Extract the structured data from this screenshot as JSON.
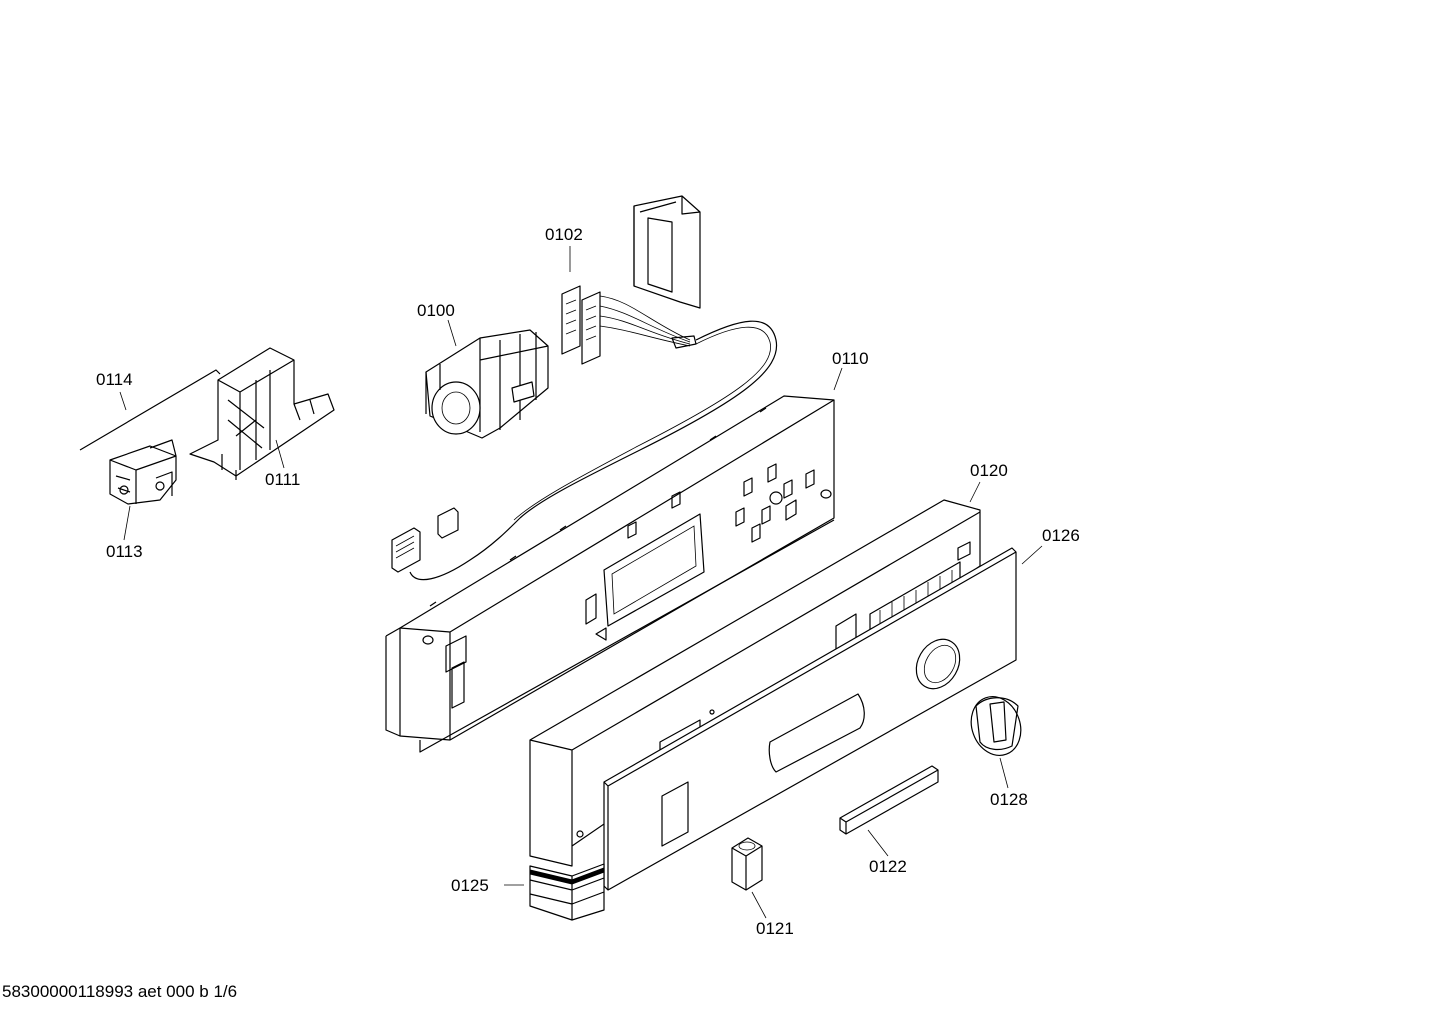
{
  "diagram": {
    "parts": [
      {
        "id": "0100",
        "label": "0100"
      },
      {
        "id": "0102",
        "label": "0102"
      },
      {
        "id": "0110",
        "label": "0110"
      },
      {
        "id": "0111",
        "label": "0111"
      },
      {
        "id": "0113",
        "label": "0113"
      },
      {
        "id": "0114",
        "label": "0114"
      },
      {
        "id": "0120",
        "label": "0120"
      },
      {
        "id": "0121",
        "label": "0121"
      },
      {
        "id": "0122",
        "label": "0122"
      },
      {
        "id": "0125",
        "label": "0125"
      },
      {
        "id": "0126",
        "label": "0126"
      },
      {
        "id": "0128",
        "label": "0128"
      }
    ],
    "document_id": "58300000118993 aet 000 b 1/6"
  }
}
